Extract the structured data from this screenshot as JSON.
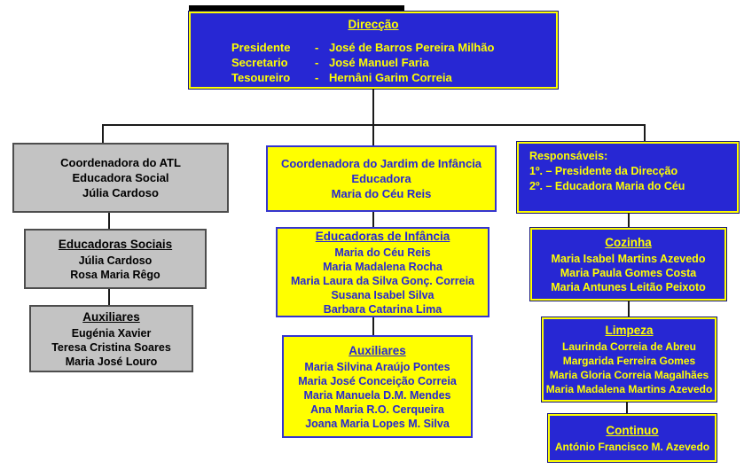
{
  "colors": {
    "blue": "#2727d3",
    "yellow": "#ffff00",
    "gray": "#c3c3c3",
    "connector": "#1a1a1a",
    "gray_border": "#4d4d4d"
  },
  "direccao": {
    "title": "Direcção",
    "dash": "-",
    "members": [
      {
        "role": "Presidente",
        "name": "José de Barros Pereira Milhão"
      },
      {
        "role": "Secretario",
        "name": "José Manuel Faria"
      },
      {
        "role": "Tesoureiro",
        "name": "Hernâni Garim Correia"
      }
    ]
  },
  "atl": {
    "head": {
      "lines": [
        "Coordenadora do ATL",
        "Educadora Social",
        "Júlia Cardoso"
      ]
    },
    "educadoras": {
      "title": "Educadoras Sociais",
      "names": [
        "Júlia Cardoso",
        "Rosa Maria Rêgo"
      ]
    },
    "auxiliares": {
      "title": "Auxiliares",
      "names": [
        "Eugénia Xavier",
        "Teresa Cristina Soares",
        "Maria José Louro"
      ]
    }
  },
  "jardim": {
    "head": {
      "lines": [
        "Coordenadora do Jardim de Infância",
        "Educadora",
        "Maria do Céu Reis"
      ]
    },
    "educadoras": {
      "title": "Educadoras de Infância",
      "names": [
        "Maria do Céu Reis",
        "Maria Madalena Rocha",
        "Maria Laura da Silva Gonç. Correia",
        "Susana Isabel Silva",
        "Barbara Catarina Lima"
      ]
    },
    "auxiliares": {
      "title": "Auxiliares",
      "names": [
        "Maria Silvina Araújo Pontes",
        "Maria José Conceição Correia",
        "Maria Manuela D.M. Mendes",
        "Ana Maria R.O. Cerqueira",
        "Joana Maria Lopes M. Silva"
      ]
    }
  },
  "servicos": {
    "head": {
      "lines": [
        "Responsáveis:",
        "1º. – Presidente da Direcção",
        "2º. – Educadora Maria do Céu"
      ]
    },
    "cozinha": {
      "title": "Cozinha",
      "names": [
        "Maria Isabel Martins Azevedo",
        "Maria Paula Gomes Costa",
        "Maria Antunes Leitão Peixoto"
      ]
    },
    "limpeza": {
      "title": "Limpeza",
      "names": [
        "Laurinda Correia de Abreu",
        "Margarida Ferreira Gomes",
        "Maria Gloria Correia Magalhães",
        "Maria Madalena Martins Azevedo"
      ]
    },
    "continuo": {
      "title": "Continuo",
      "names": [
        "António Francisco M. Azevedo"
      ]
    }
  }
}
